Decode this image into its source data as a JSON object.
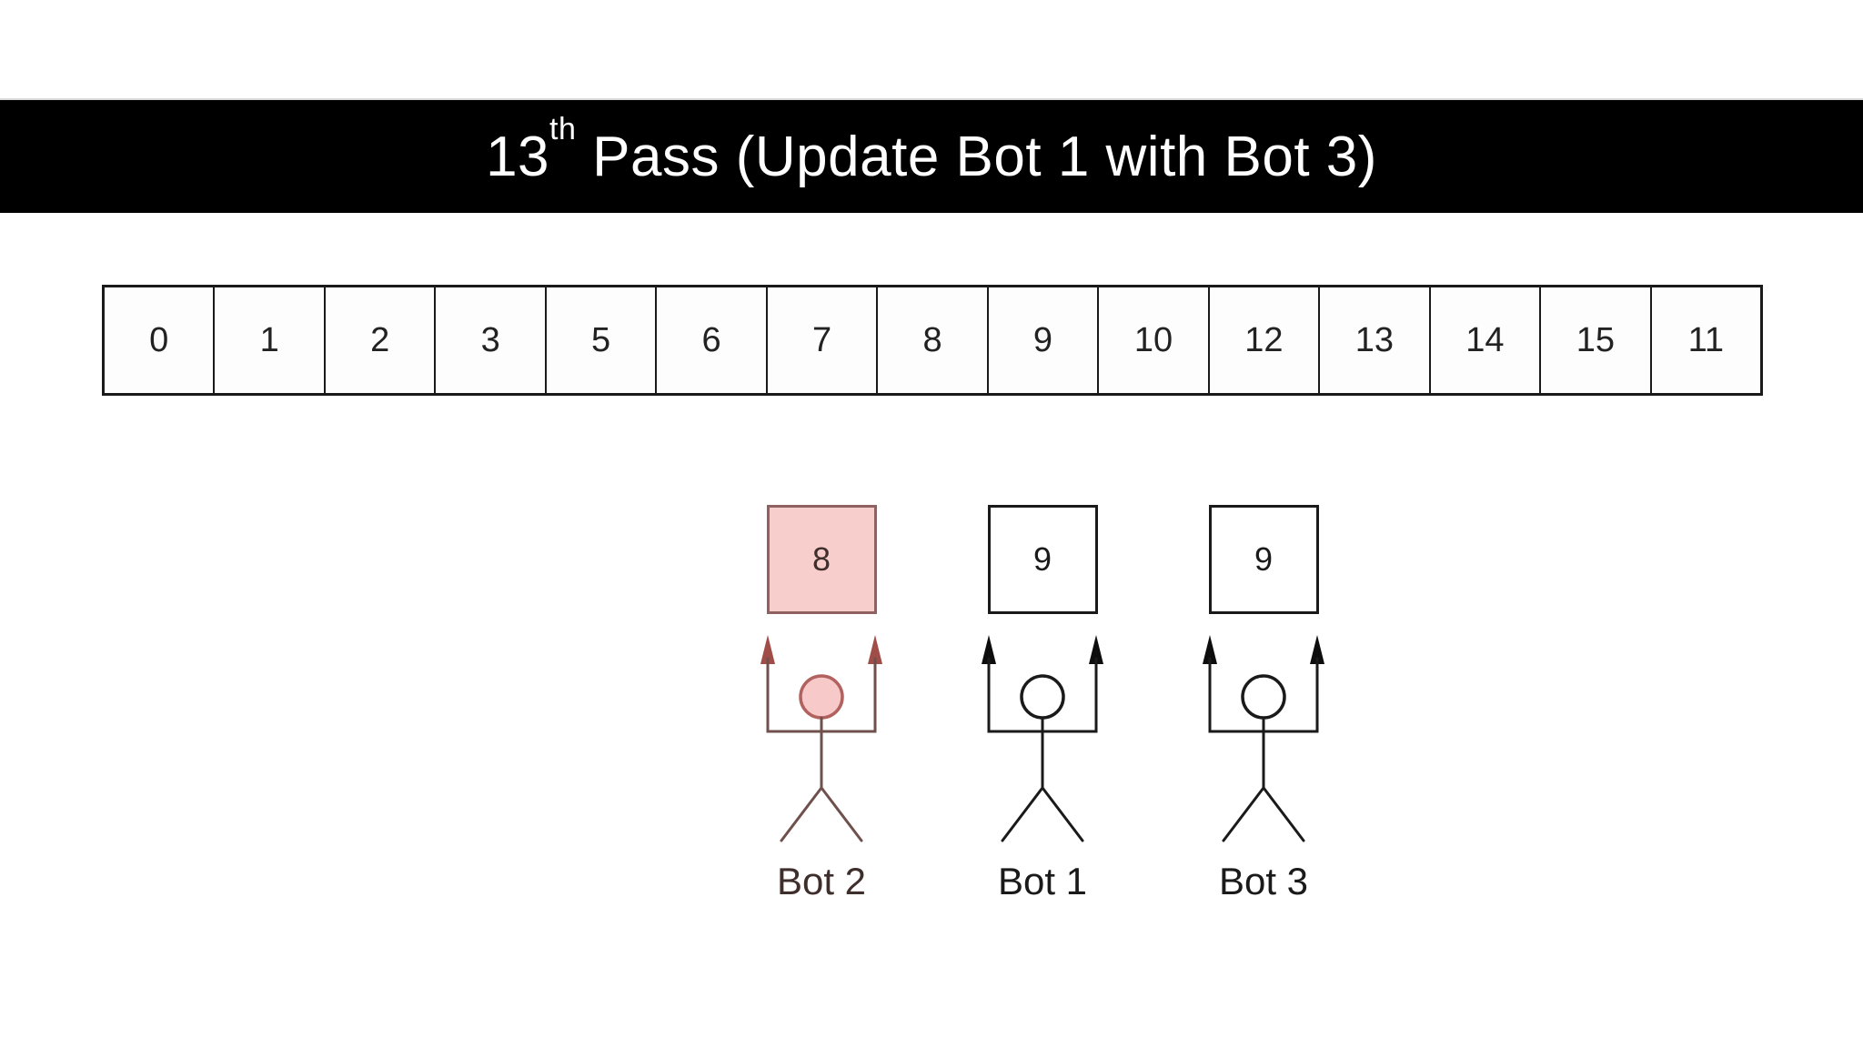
{
  "slide": {
    "title": {
      "prefix": "13",
      "superscript": "th",
      "rest": " Pass (Update Bot 1 with Bot 3)"
    }
  },
  "array": {
    "cells": [
      "0",
      "1",
      "2",
      "3",
      "5",
      "6",
      "7",
      "8",
      "9",
      "10",
      "12",
      "13",
      "14",
      "15",
      "11"
    ]
  },
  "bots": [
    {
      "id": "bot-2",
      "label": "Bot 2",
      "value": "8",
      "highlighted": true,
      "colors": {
        "box-fill": "#f8cecc",
        "box-stroke": "#8f6160",
        "line": "#6f504d",
        "arrow": "#a04c47",
        "head-fill": "#f7c9c9",
        "head-stroke": "#b2625e",
        "text": "#3e2e2c"
      }
    },
    {
      "id": "bot-1",
      "label": "Bot 1",
      "value": "9",
      "highlighted": false,
      "colors": {
        "box-fill": "#ffffff",
        "box-stroke": "#1a1a1a",
        "line": "#1a1a1a",
        "arrow": "#0d0d0d",
        "head-fill": "#ffffff",
        "head-stroke": "#1a1a1a",
        "text": "#1a1a1a"
      }
    },
    {
      "id": "bot-3",
      "label": "Bot 3",
      "value": "9",
      "highlighted": false,
      "colors": {
        "box-fill": "#ffffff",
        "box-stroke": "#1a1a1a",
        "line": "#1a1a1a",
        "arrow": "#0d0d0d",
        "head-fill": "#ffffff",
        "head-stroke": "#1a1a1a",
        "text": "#1a1a1a"
      }
    }
  ],
  "theme": {
    "title_bar_bg": "#000000",
    "title_text": "#ffffff",
    "canvas_bg": "#ffffff",
    "grid_stroke": "#1a1a1a",
    "highlight_fill": "#f8cecc",
    "highlight_stroke": "#b2625e"
  }
}
